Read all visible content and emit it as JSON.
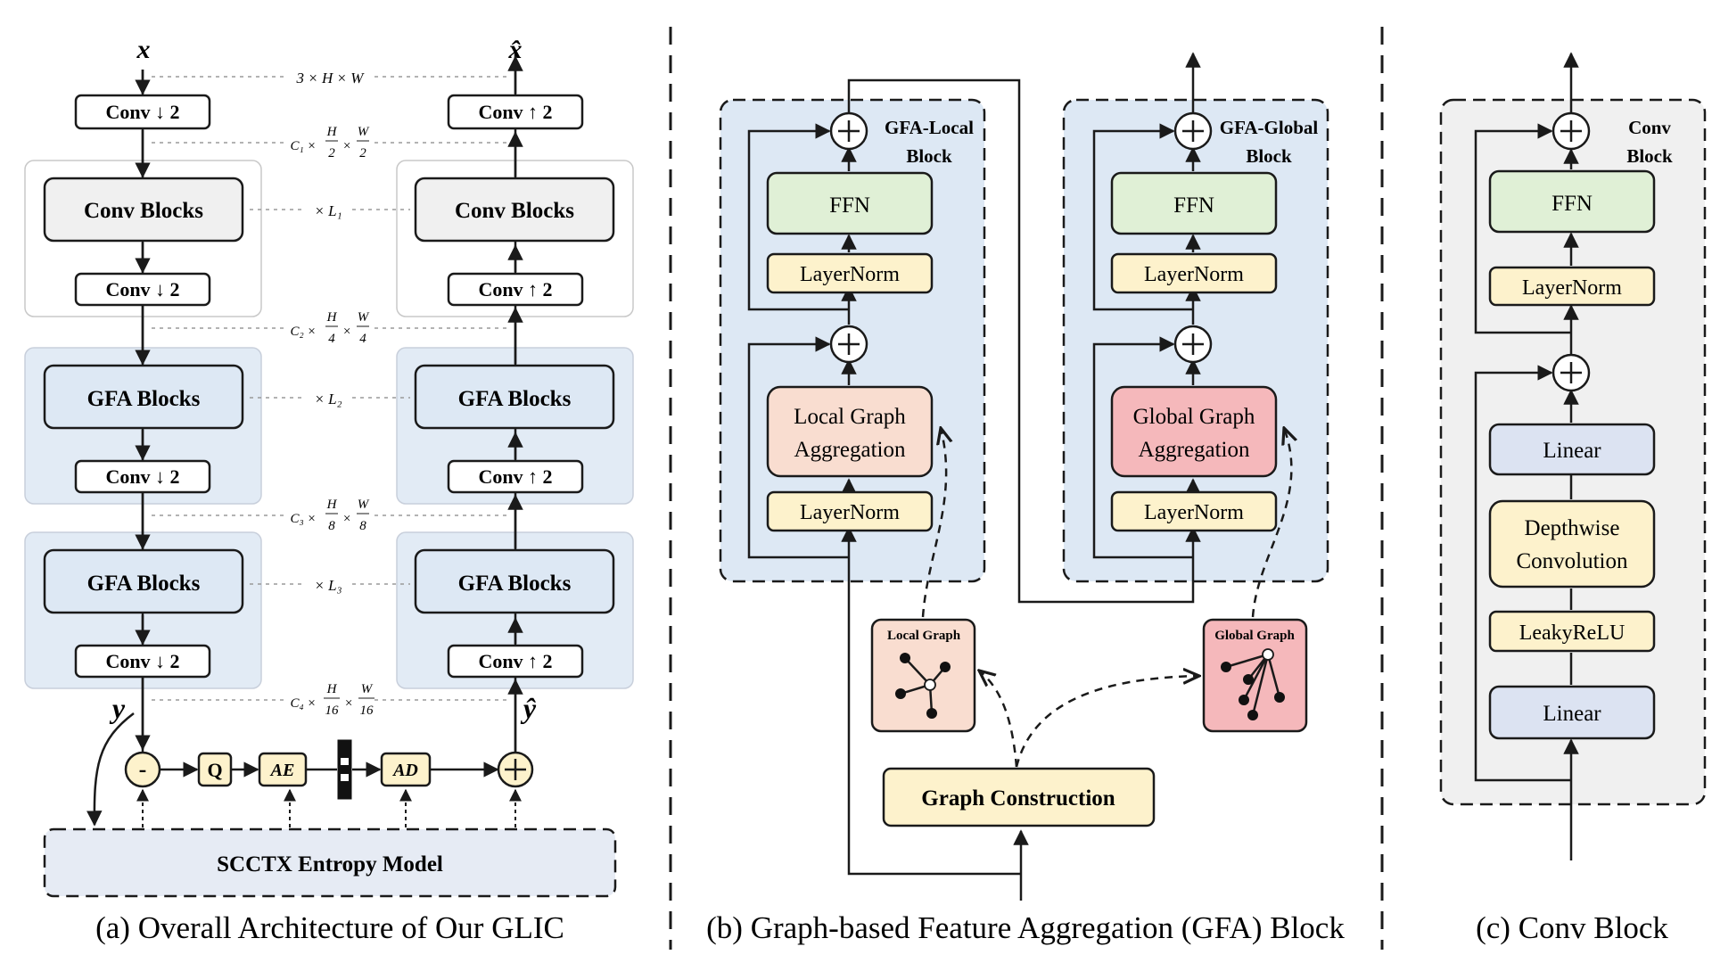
{
  "colors": {
    "gray_fill": "#f0f0f0",
    "blue_fill": "#dde8f4",
    "panel_blue": "#e2ebf5",
    "green_fill": "#e0f0d6",
    "yellow_fill": "#fdf2cc",
    "salmon_fill": "#f9ddd0",
    "pink_fill": "#f5b8bb",
    "lavender_fill": "#dce3f2",
    "entropy_fill": "#e6ebf4",
    "stroke": "#1a1a1a"
  },
  "panel_a": {
    "caption": "(a) Overall Architecture of Our GLIC",
    "input_symbol": "x",
    "output_symbol": "x̂",
    "latent_symbol": "y",
    "latent_hat_symbol": "ŷ",
    "enc_conv1": "Conv ↓ 2",
    "enc_conv_blocks": "Conv Blocks",
    "enc_conv2": "Conv ↓ 2",
    "enc_gfa1": "GFA Blocks",
    "enc_conv3": "Conv ↓ 2",
    "enc_gfa2": "GFA Blocks",
    "enc_conv4": "Conv ↓ 2",
    "dec_conv1": "Conv ↑ 2",
    "dec_conv_blocks": "Conv Blocks",
    "dec_conv2": "Conv ↑ 2",
    "dec_gfa1": "GFA Blocks",
    "dec_conv3": "Conv ↑ 2",
    "dec_gfa2": "GFA Blocks",
    "dec_conv4": "Conv ↑ 2",
    "dim_input": "3 × H × W",
    "dim_c1": {
      "c": "C₁ ×",
      "num1": "H",
      "den1": "2",
      "num2": "W",
      "den2": "2"
    },
    "dim_c2": {
      "c": "C₂ ×",
      "num1": "H",
      "den1": "4",
      "num2": "W",
      "den2": "4"
    },
    "dim_c3": {
      "c": "C₃ ×",
      "num1": "H",
      "den1": "8",
      "num2": "W",
      "den2": "8"
    },
    "dim_c4": {
      "c": "C₄ ×",
      "num1": "H",
      "den1": "16",
      "num2": "W",
      "den2": "16"
    },
    "times_sign": "×",
    "times_l1": "× L₁",
    "times_l2": "× L₂",
    "times_l3": "× L₃",
    "minus": "-",
    "plus": "+",
    "quant": "Q",
    "ae": "AE",
    "ad": "AD",
    "entropy": "SCCTX Entropy Model"
  },
  "panel_b": {
    "caption": "(b) Graph-based Feature Aggregation (GFA) Block",
    "local_block_label": [
      "GFA-Local",
      "Block"
    ],
    "global_block_label": [
      "GFA-Global",
      "Block"
    ],
    "ffn": "FFN",
    "layernorm": "LayerNorm",
    "local_agg": [
      "Local Graph",
      "Aggregation"
    ],
    "global_agg": [
      "Global Graph",
      "Aggregation"
    ],
    "local_graph": "Local Graph",
    "global_graph": "Global Graph",
    "graph_construction": "Graph Construction"
  },
  "panel_c": {
    "caption": "(c) Conv Block",
    "block_label": [
      "Conv",
      "Block"
    ],
    "ffn": "FFN",
    "layernorm": "LayerNorm",
    "linear": "Linear",
    "depthwise": [
      "Depthwise",
      "Convolution"
    ],
    "leakyrelu": "LeakyReLU"
  }
}
